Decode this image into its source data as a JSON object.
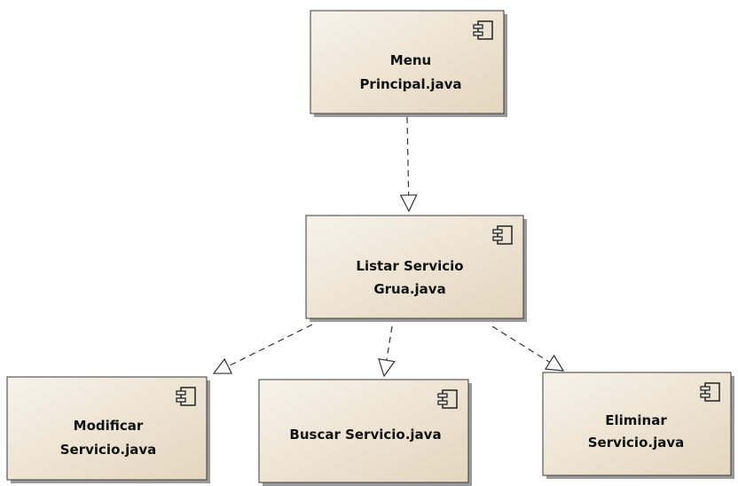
{
  "diagram": {
    "components": [
      {
        "id": "menu",
        "lines": [
          "Menu",
          "Principal.java"
        ],
        "icon": "component-icon"
      },
      {
        "id": "listar",
        "lines": [
          "Listar Servicio",
          "Grua.java"
        ],
        "icon": "component-icon"
      },
      {
        "id": "modificar",
        "lines": [
          "Modificar",
          "Servicio.java"
        ],
        "icon": "component-icon"
      },
      {
        "id": "buscar",
        "lines": [
          "Buscar Servicio.java"
        ],
        "icon": "component-icon"
      },
      {
        "id": "eliminar",
        "lines": [
          "Eliminar",
          "Servicio.java"
        ],
        "icon": "component-icon"
      }
    ],
    "dependencies": [
      {
        "from": "menu",
        "to": "listar",
        "style": "dashed",
        "arrow": "open-triangle"
      },
      {
        "from": "listar",
        "to": "modificar",
        "style": "dashed",
        "arrow": "open-triangle"
      },
      {
        "from": "listar",
        "to": "buscar",
        "style": "dashed",
        "arrow": "open-triangle"
      },
      {
        "from": "listar",
        "to": "eliminar",
        "style": "dashed",
        "arrow": "open-triangle"
      }
    ],
    "colors": {
      "fill_light": "#f7f2ea",
      "fill_dark": "#e4d6be",
      "border": "#3a3a3a",
      "shadow": "#9a9a9a",
      "line": "#333333"
    }
  }
}
